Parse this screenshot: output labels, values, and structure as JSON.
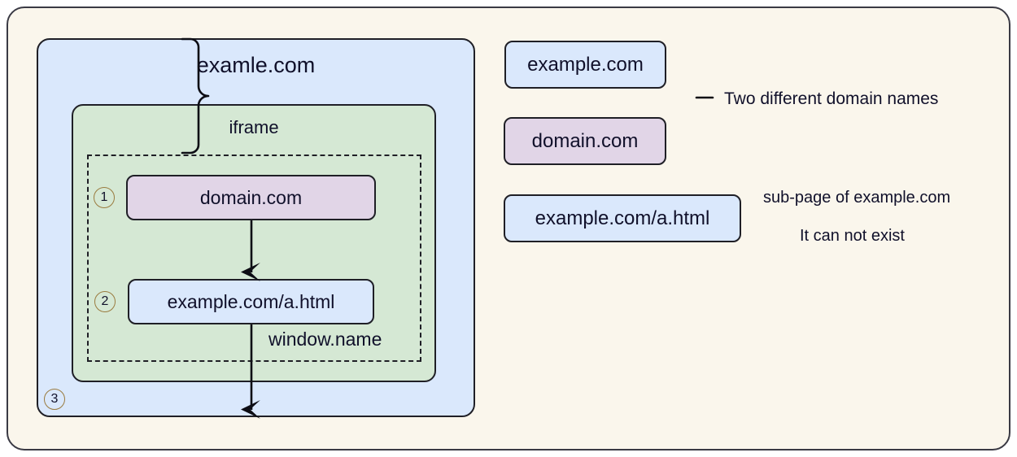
{
  "diagram": {
    "outer_panel": {
      "name": "canvas"
    },
    "left_group": {
      "page_frame_label": "examle.com",
      "iframe_label": "iframe",
      "dashed_region_label": "window.name",
      "markers": [
        {
          "id": "1",
          "glyph": "①"
        },
        {
          "id": "2",
          "glyph": "②"
        },
        {
          "id": "3",
          "glyph": "③"
        }
      ],
      "nodes": [
        {
          "key": "domain_inner",
          "label": "domain.com",
          "fill": "#e1d5e7"
        },
        {
          "key": "ahtml_inner",
          "label": "example.com/a.html",
          "fill": "#dae8fc"
        }
      ]
    },
    "legend": {
      "nodes": [
        {
          "key": "example_right",
          "label": "example.com",
          "fill": "#dae8fc"
        },
        {
          "key": "domain_right",
          "label": "domain.com",
          "fill": "#e1d5e7"
        },
        {
          "key": "ahtml_right",
          "label": "example.com/a.html",
          "fill": "#dae8fc"
        }
      ],
      "brace_note": "Two different domain names",
      "subpage_note": "sub-page of example.com",
      "cannot_exist_note": "It can not exist"
    },
    "colors": {
      "background": "#ffffff",
      "panel": "#faf6ec",
      "blue": "#dae8fc",
      "green": "#d5e8d4",
      "purple": "#e1d5e7",
      "stroke": "#1f1f26",
      "marker_stroke": "#9a7b3f"
    }
  }
}
